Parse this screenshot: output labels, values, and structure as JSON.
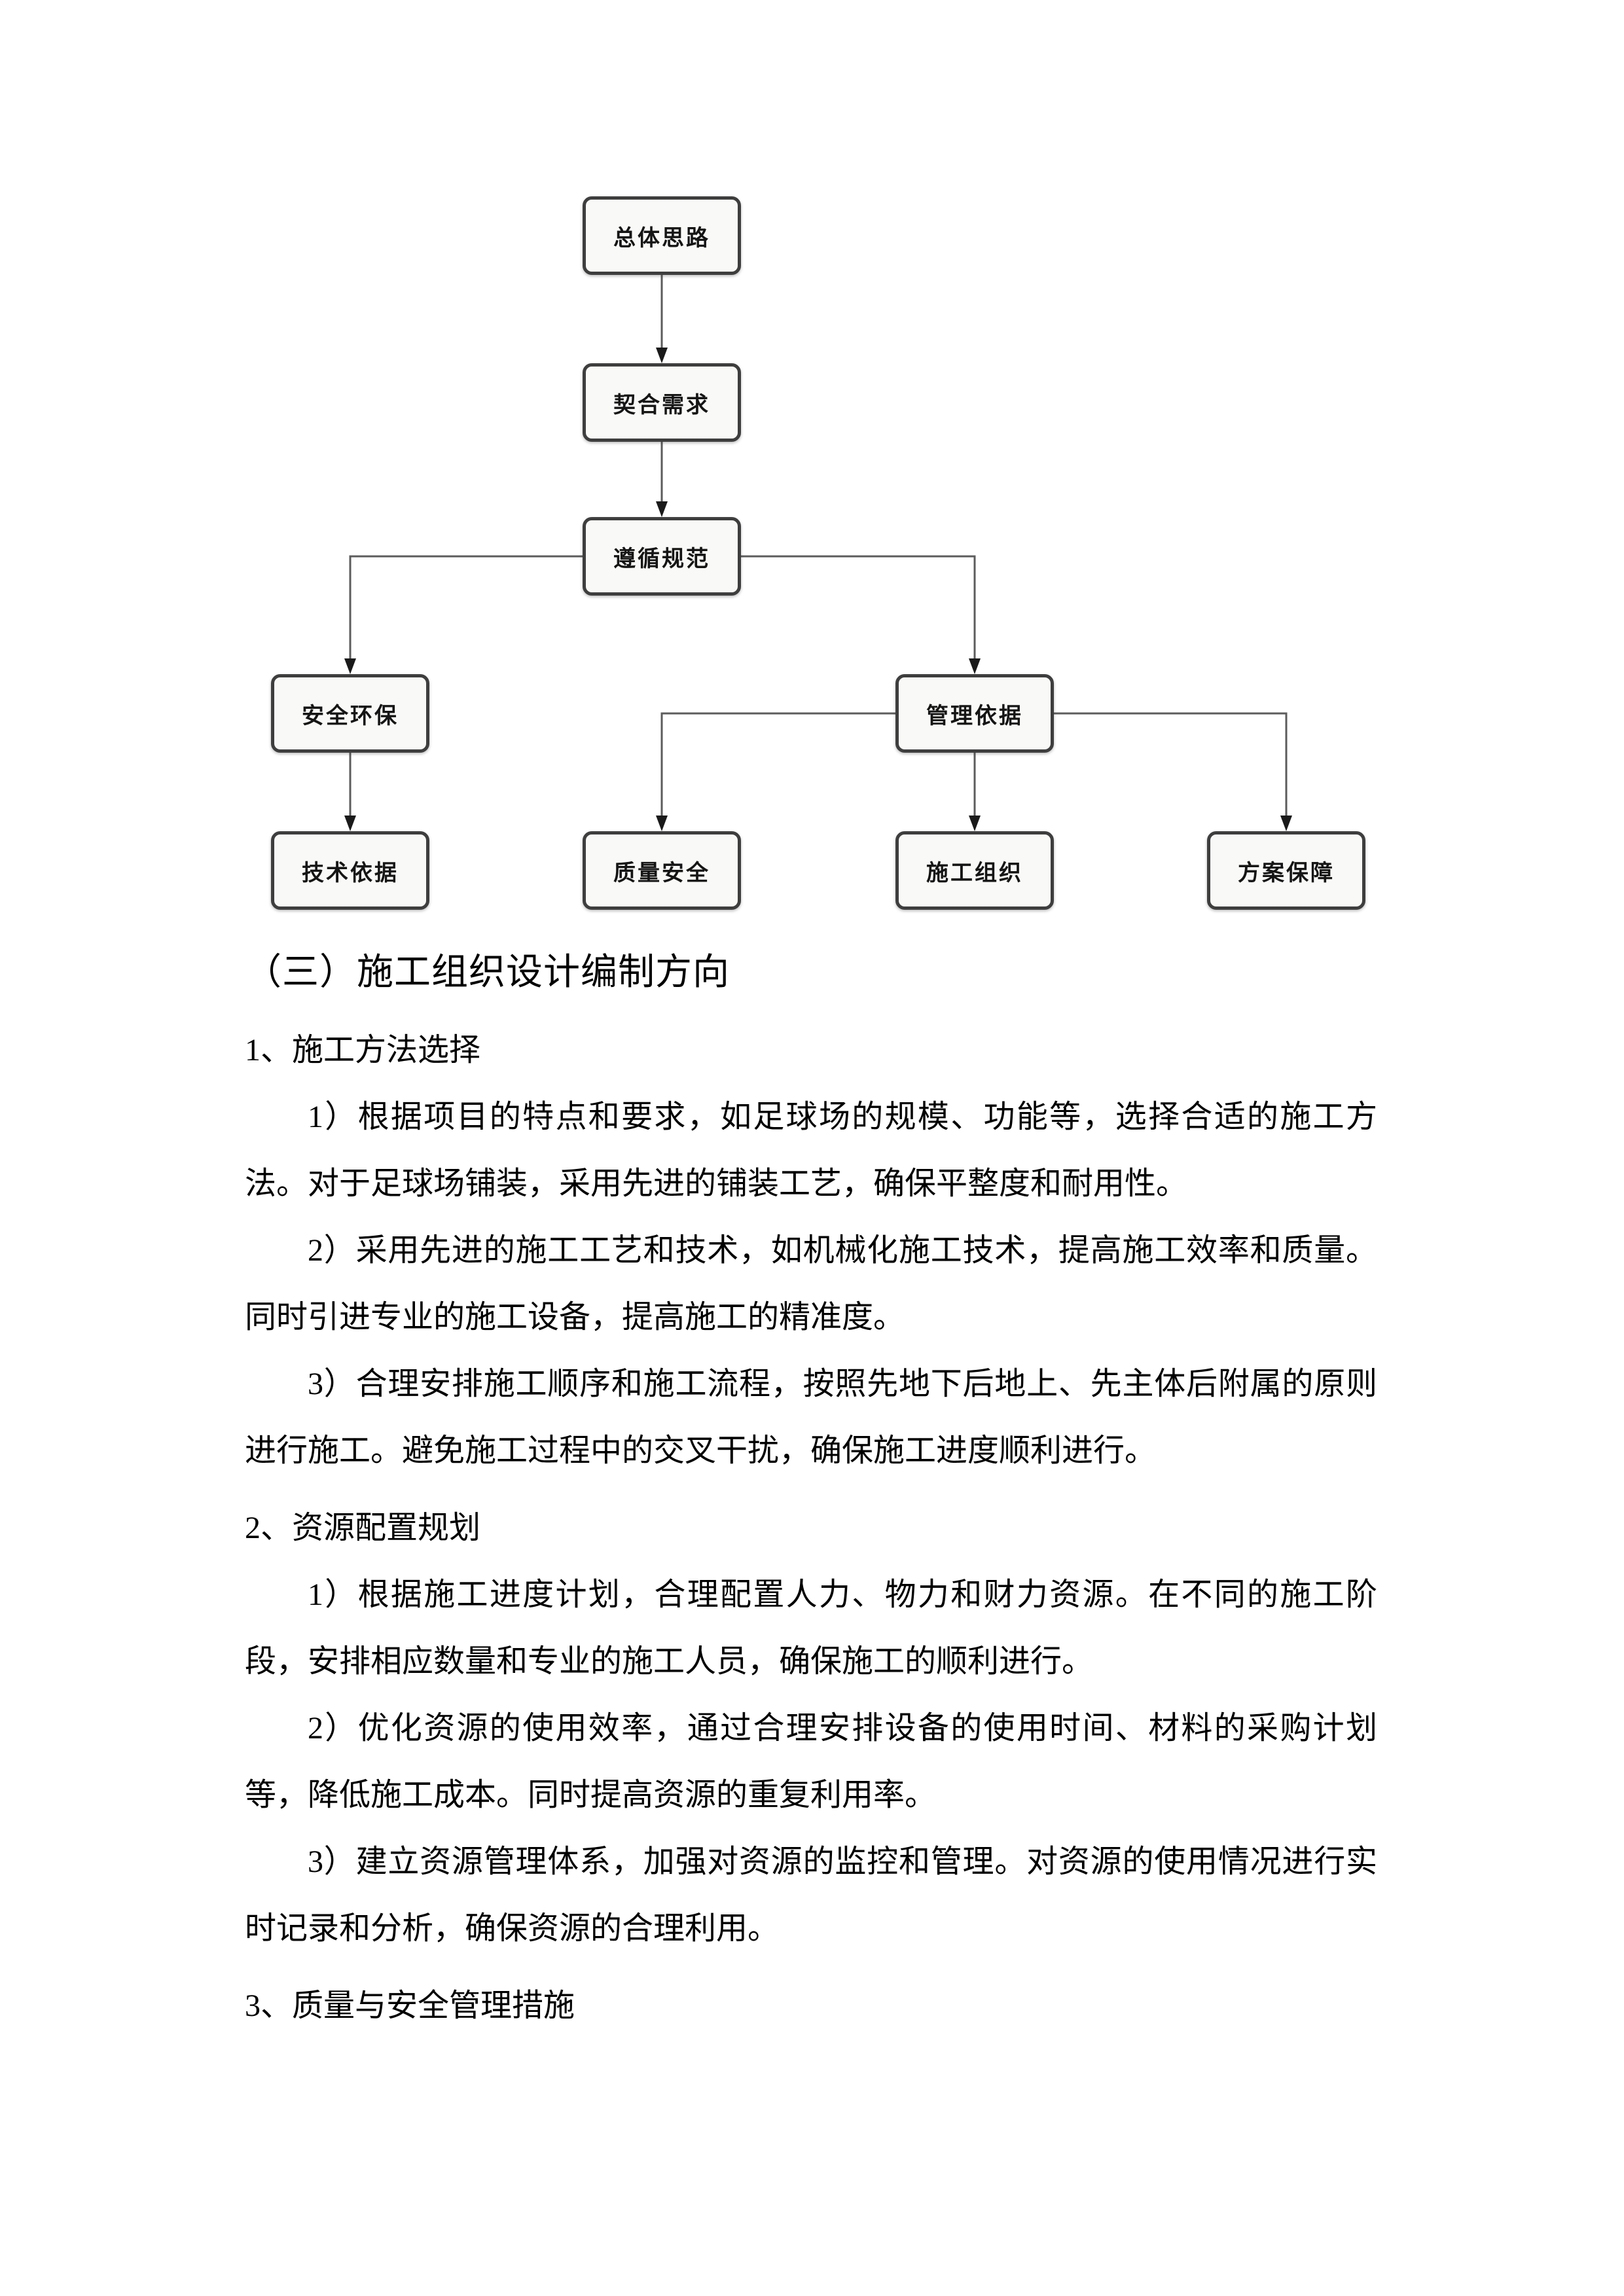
{
  "flowchart": {
    "style": {
      "node_fill": "#f9f9f7",
      "node_border": "#3e3e3e",
      "line_color": "#5c5c5c",
      "arrow_color": "#1a1a1a"
    },
    "nodes": [
      {
        "id": "overall-approach",
        "label": "总体思路"
      },
      {
        "id": "match-requirements",
        "label": "契合需求"
      },
      {
        "id": "follow-standards",
        "label": "遵循规范"
      },
      {
        "id": "safety-environment",
        "label": "安全环保"
      },
      {
        "id": "management-basis",
        "label": "管理依据"
      },
      {
        "id": "technical-basis",
        "label": "技术依据"
      },
      {
        "id": "quality-safety",
        "label": "质量安全"
      },
      {
        "id": "construction-organization",
        "label": "施工组织"
      },
      {
        "id": "plan-guarantee",
        "label": "方案保障"
      }
    ],
    "edges": [
      {
        "from": "总体思路",
        "to": "契合需求"
      },
      {
        "from": "契合需求",
        "to": "遵循规范"
      },
      {
        "from": "遵循规范",
        "to": "安全环保"
      },
      {
        "from": "遵循规范",
        "to": "管理依据"
      },
      {
        "from": "安全环保",
        "to": "技术依据"
      },
      {
        "from": "管理依据",
        "to": "质量安全"
      },
      {
        "from": "管理依据",
        "to": "施工组织"
      },
      {
        "from": "管理依据",
        "to": "方案保障"
      }
    ]
  },
  "document": {
    "heading": "（三）施工组织设计编制方向",
    "sections": [
      {
        "title": "1、施工方法选择",
        "paragraphs": [
          "1）根据项目的特点和要求，如足球场的规模、功能等，选择合适的施工方法。对于足球场铺装，采用先进的铺装工艺，确保平整度和耐用性。",
          "2）采用先进的施工工艺和技术，如机械化施工技术，提高施工效率和质量。同时引进专业的施工设备，提高施工的精准度。",
          "3）合理安排施工顺序和施工流程，按照先地下后地上、先主体后附属的原则进行施工。避免施工过程中的交叉干扰，确保施工进度顺利进行。"
        ]
      },
      {
        "title": "2、资源配置规划",
        "paragraphs": [
          "1）根据施工进度计划，合理配置人力、物力和财力资源。在不同的施工阶段，安排相应数量和专业的施工人员，确保施工的顺利进行。",
          "2）优化资源的使用效率，通过合理安排设备的使用时间、材料的采购计划等，降低施工成本。同时提高资源的重复利用率。",
          "3）建立资源管理体系，加强对资源的监控和管理。对资源的使用情况进行实时记录和分析，确保资源的合理利用。"
        ]
      },
      {
        "title": "3、质量与安全管理措施",
        "paragraphs": []
      }
    ]
  }
}
